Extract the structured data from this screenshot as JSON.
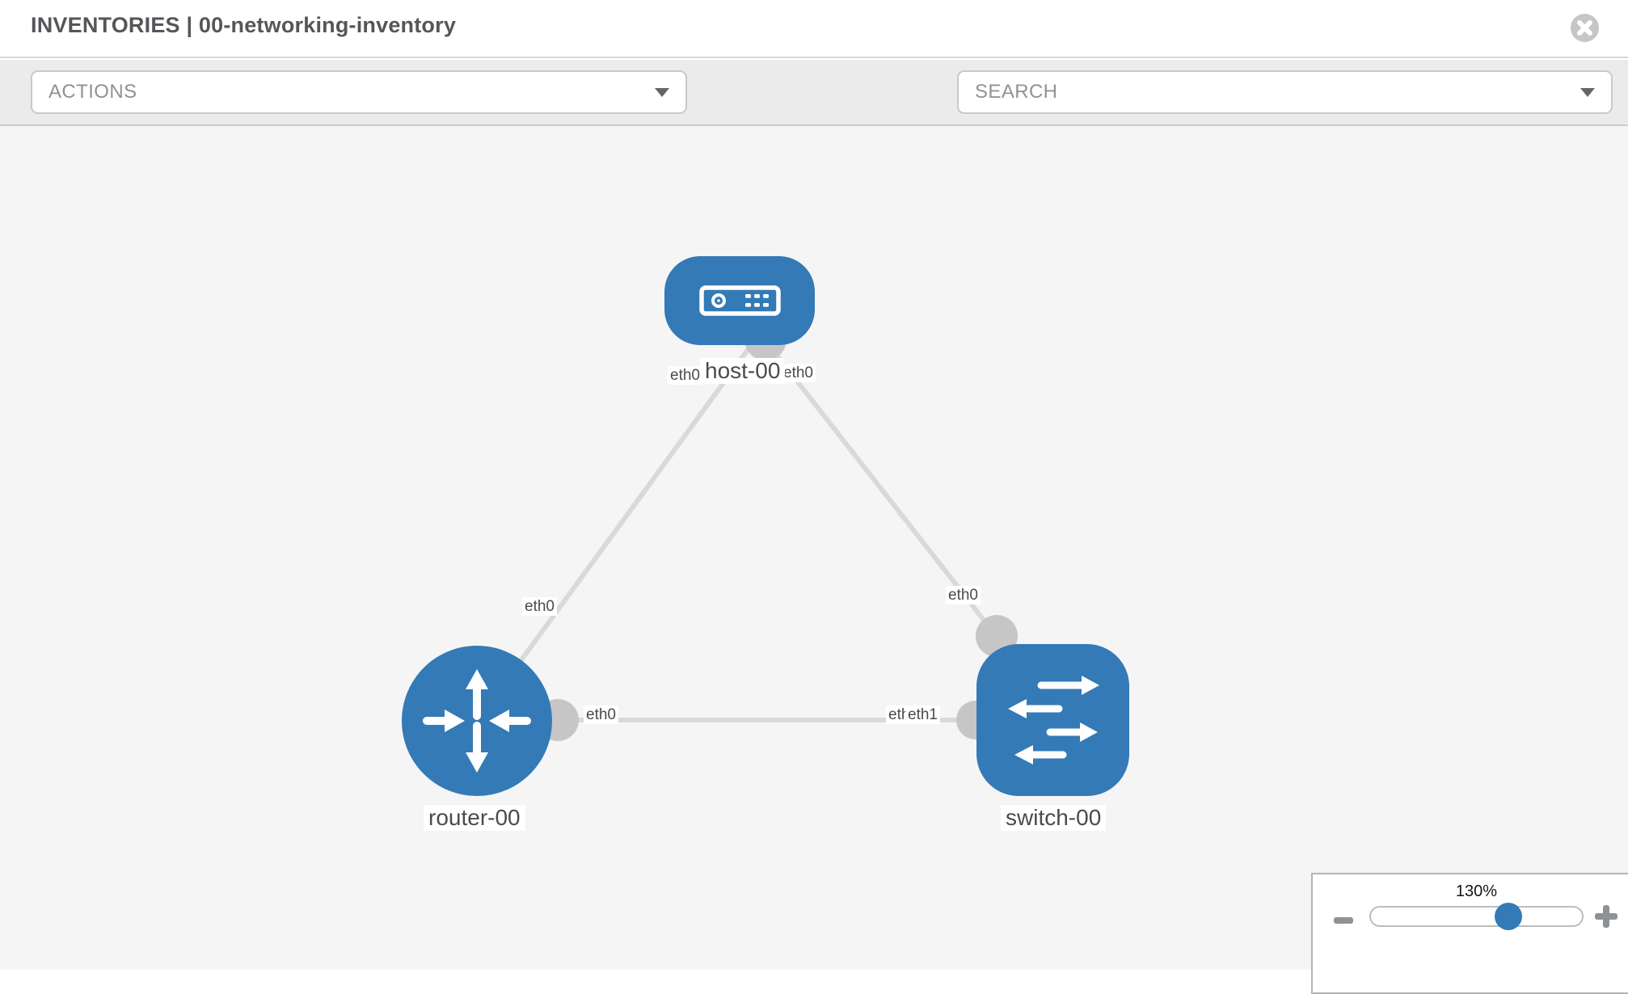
{
  "window": {
    "title": "INVENTORIES | 00-networking-inventory"
  },
  "toolbar": {
    "actions": {
      "placeholder": "ACTIONS"
    },
    "search": {
      "placeholder": "SEARCH"
    },
    "icons": {
      "left_button": "wrench-icon",
      "right_button": "key-icon"
    }
  },
  "topology": {
    "nodes": [
      {
        "id": "host-00",
        "type": "host",
        "label": "host-00"
      },
      {
        "id": "router-00",
        "type": "router",
        "label": "router-00"
      },
      {
        "id": "switch-00",
        "type": "switch",
        "label": "switch-00"
      }
    ],
    "links": [
      {
        "source": "host-00",
        "target": "router-00",
        "source_interface": "eth0",
        "target_interface": "eth0"
      },
      {
        "source": "host-00",
        "target": "switch-00",
        "source_interface": "eth0",
        "target_interface": "eth0"
      },
      {
        "source": "router-00",
        "target": "switch-00",
        "source_interface": "eth0",
        "target_interface": "eth1",
        "target_interface_overlap": "eth0"
      }
    ]
  },
  "zoom_control": {
    "level": "130%",
    "slider_percent": 65,
    "icons": {
      "decrease": "minus-icon",
      "increase": "plus-icon"
    }
  },
  "colors": {
    "node_blue": "#337ab7",
    "port_gray": "#c6c6c6",
    "link_gray": "#d9d9d9",
    "canvas_bg": "#f5f5f5",
    "toolbar_bg": "#ebebeb",
    "header_text": "#545659"
  }
}
